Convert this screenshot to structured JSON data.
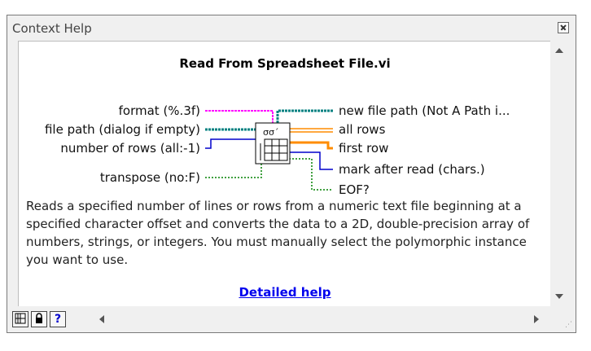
{
  "window": {
    "title": "Context Help"
  },
  "vi": {
    "name": "Read From Spreadsheet File.vi",
    "inputs": [
      "format (%.3f)",
      "file path (dialog if empty)",
      "number of rows (all:-1)",
      "transpose (no:F)"
    ],
    "outputs": [
      "new file path (Not A Path i...",
      "all rows",
      "first row",
      "mark after read (chars.)",
      "EOF?"
    ],
    "colors": {
      "string": "#ff00ff",
      "path": "#008080",
      "numeric": "#0000ff",
      "bool": "#008000",
      "array": "#ff8c00"
    }
  },
  "description": "Reads a specified number of lines or rows from a numeric text file beginning at a specified character offset and converts the data to a 2D, double-precision array of numbers, strings, or integers. You must manually select the polymorphic instance you want to use.",
  "link": {
    "label": "Detailed help"
  },
  "toolbar": {
    "help_label": "?"
  }
}
